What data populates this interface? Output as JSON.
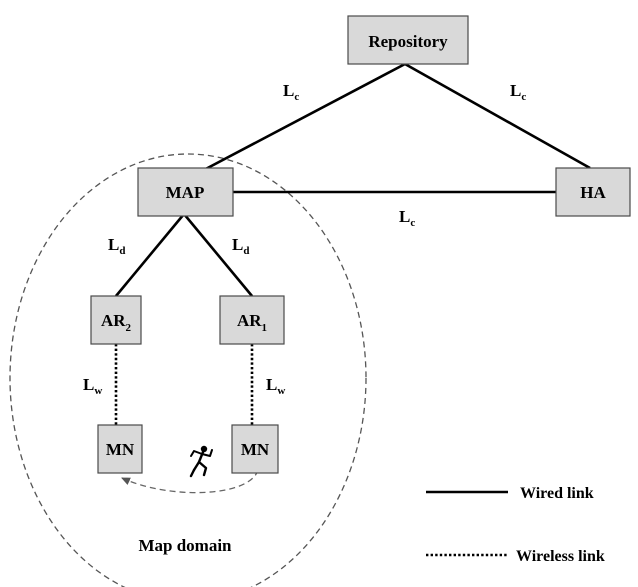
{
  "nodes": {
    "repository": "Repository",
    "map": "MAP",
    "ha": "HA",
    "ar2": {
      "base": "AR",
      "sub": "2"
    },
    "ar1": {
      "base": "AR",
      "sub": "1"
    },
    "mn_left": "MN",
    "mn_right": "MN"
  },
  "link_labels": {
    "repo_map": {
      "base": "L",
      "sub": "c"
    },
    "repo_ha": {
      "base": "L",
      "sub": "c"
    },
    "map_ha": {
      "base": "L",
      "sub": "c"
    },
    "map_ar2": {
      "base": "L",
      "sub": "d"
    },
    "map_ar1": {
      "base": "L",
      "sub": "d"
    },
    "ar2_mn": {
      "base": "L",
      "sub": "w"
    },
    "ar1_mn": {
      "base": "L",
      "sub": "w"
    }
  },
  "domain_label": "Map domain",
  "legend": {
    "wired": "Wired link",
    "wireless": "Wireless link"
  },
  "icons": {
    "mobile_user": "running-person-icon"
  }
}
